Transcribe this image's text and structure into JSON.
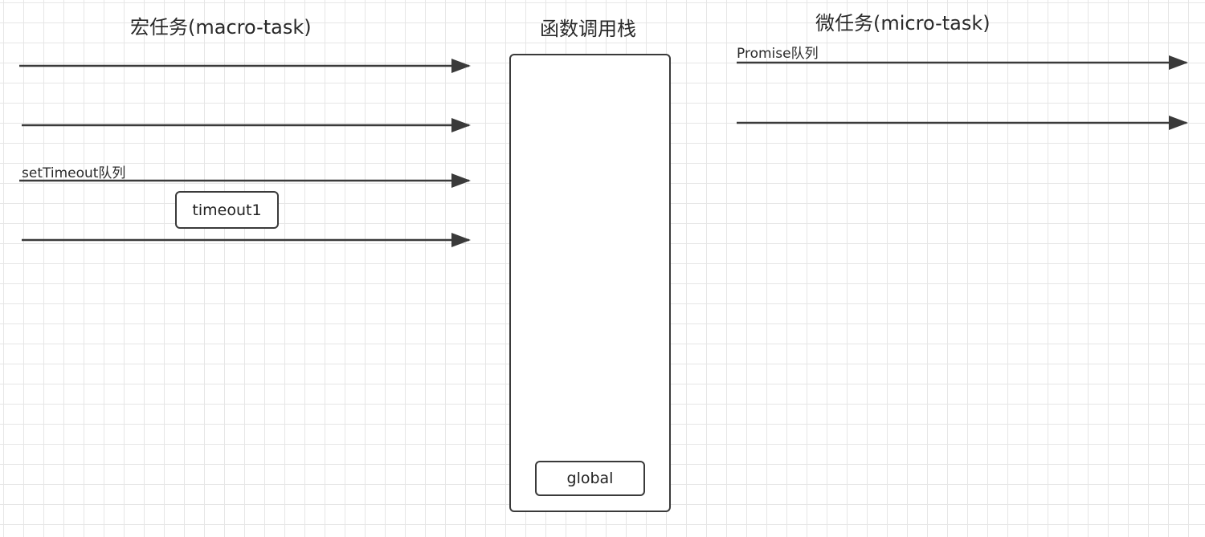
{
  "headings": {
    "macro": "宏任务(macro-task)",
    "stack": "函数调用栈",
    "micro": "微任务(micro-task)"
  },
  "queues": {
    "settimeout_label": "setTimeout队列",
    "promise_label": "Promise队列"
  },
  "tasks": {
    "timeout1": "timeout1",
    "global": "global"
  },
  "colors": {
    "line": "#3a3a3a",
    "grid": "#e6e6e6",
    "background": "#ffffff"
  }
}
